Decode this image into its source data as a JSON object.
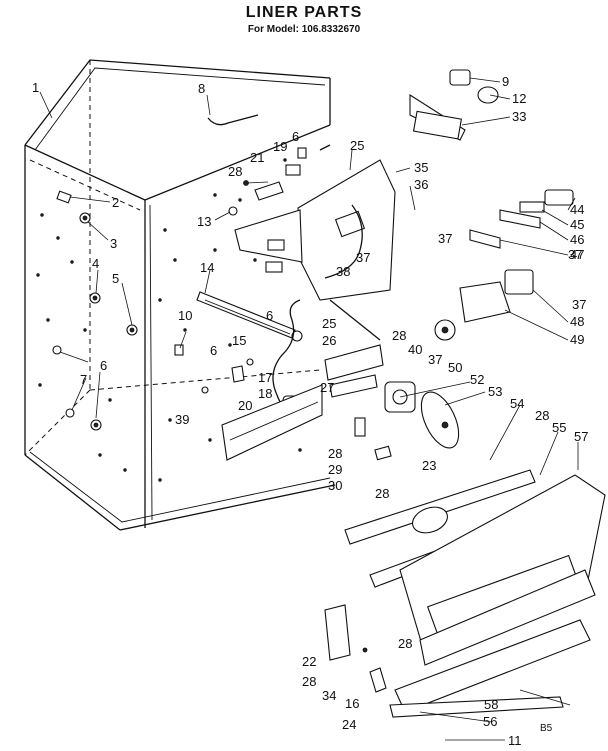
{
  "title": "LINER PARTS",
  "model_line": "For Model: 106.8332670",
  "corner_code": "B5",
  "callouts": [
    "1",
    "2",
    "3",
    "4",
    "5",
    "6",
    "7",
    "8",
    "9",
    "10",
    "11",
    "12",
    "13",
    "14",
    "15",
    "16",
    "17",
    "18",
    "19",
    "20",
    "21",
    "22",
    "23",
    "24",
    "25",
    "26",
    "27",
    "28",
    "29",
    "30",
    "33",
    "34",
    "35",
    "36",
    "37",
    "38",
    "39",
    "40",
    "44",
    "45",
    "46",
    "47",
    "48",
    "49",
    "50",
    "52",
    "53",
    "54",
    "55",
    "56",
    "57",
    "58"
  ]
}
